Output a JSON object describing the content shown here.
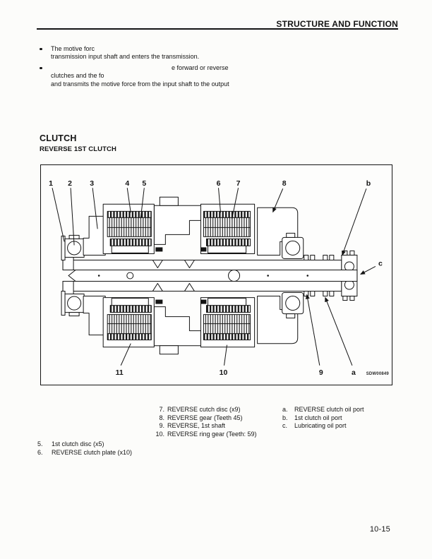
{
  "header": {
    "title": "STRUCTURE AND FUNCTION"
  },
  "intro": {
    "bullet1": {
      "line1": "The motive forc",
      "line2": "transmission input shaft and enters the transmission."
    },
    "bullet2": {
      "line1": "e forward or reverse",
      "line2": "clutches and the fo",
      "line3": "and transmits the motive force from the input shaft to the output"
    }
  },
  "section": {
    "title": "CLUTCH",
    "subtitle": "REVERSE 1ST CLUTCH"
  },
  "figure": {
    "watermark": "SDW00849",
    "callouts": {
      "c1": "1",
      "c2": "2",
      "c3": "3",
      "c4": "4",
      "c5": "5",
      "c6": "6",
      "c7": "7",
      "c8": "8",
      "c9": "9",
      "c10": "10",
      "c11": "11",
      "ca": "a",
      "cb": "b",
      "cc": "c"
    }
  },
  "parts": {
    "mid": [
      {
        "num": "7.",
        "text": "REVERSE cutch disc (x9)"
      },
      {
        "num": "8.",
        "text": "REVERSE gear (Teeth 45)"
      },
      {
        "num": "9.",
        "text": "REVERSE, 1st shaft"
      },
      {
        "num": "10.",
        "text": "REVERSE ring gear (Teeth: 59)"
      }
    ],
    "right": [
      {
        "num": "a.",
        "text": "REVERSE clutch oil port"
      },
      {
        "num": "b.",
        "text": "1st clutch oil port"
      },
      {
        "num": "c.",
        "text": "Lubricating oil port"
      }
    ],
    "left": [
      {
        "num": "5.",
        "text": "1st clutch disc (x5)"
      },
      {
        "num": "6.",
        "text": "REVERSE clutch plate (x10)"
      }
    ]
  },
  "footer": {
    "page_number": "10-15"
  },
  "colors": {
    "ink": "#141414",
    "paper": "#fcfcfa"
  }
}
